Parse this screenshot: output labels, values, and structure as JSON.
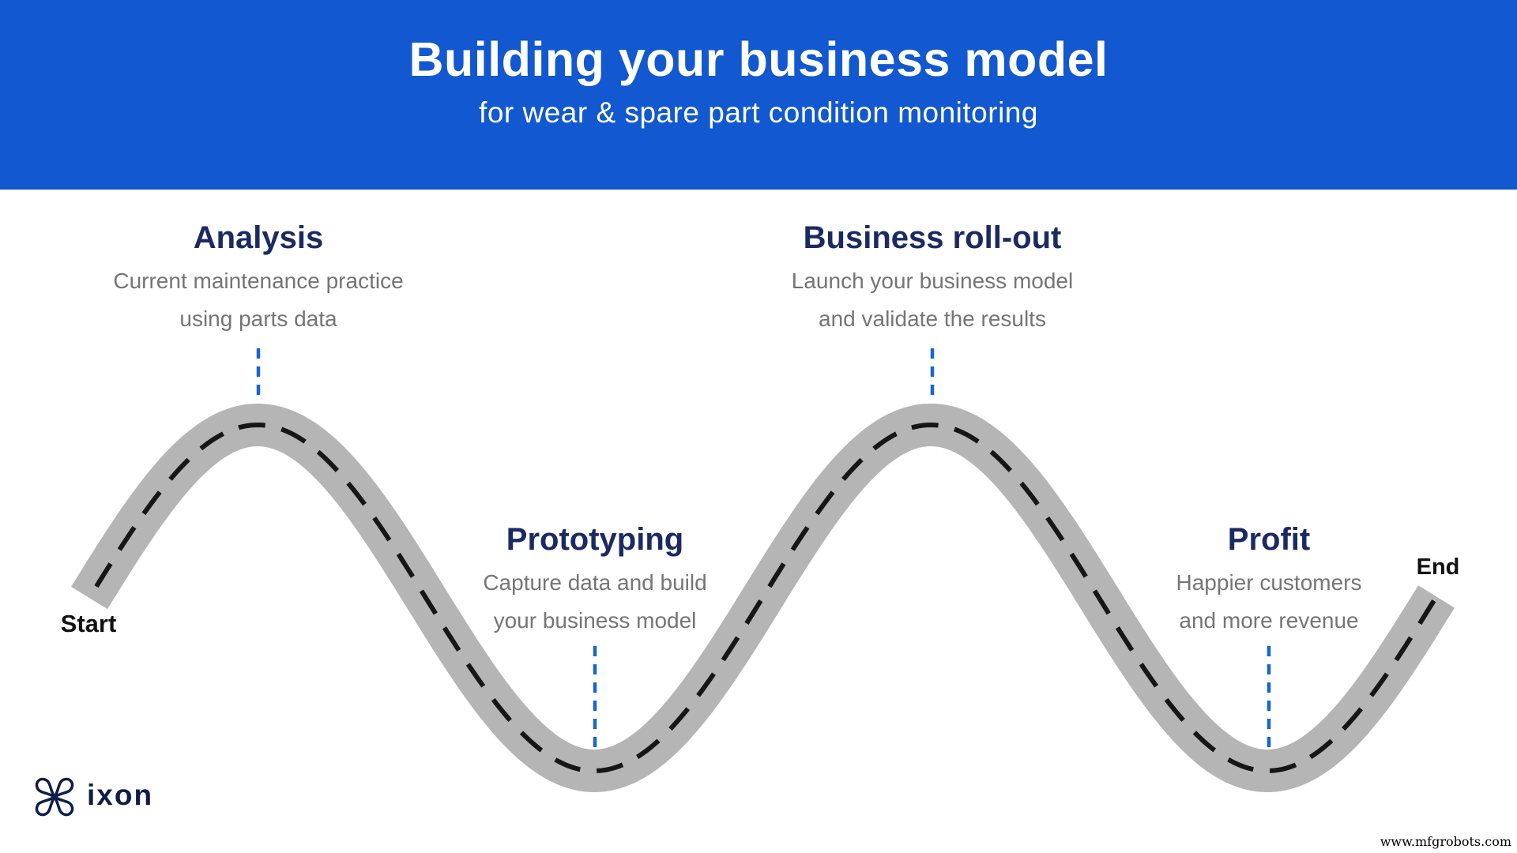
{
  "header": {
    "title": "Building your business model",
    "subtitle": "for wear & spare part condition monitoring"
  },
  "roadmap": {
    "start_label": "Start",
    "end_label": "End",
    "stages": [
      {
        "title": "Analysis",
        "description_lines": [
          "Current maintenance practice",
          "using parts data"
        ]
      },
      {
        "title": "Prototyping",
        "description_lines": [
          "Capture data and build",
          "your business model"
        ]
      },
      {
        "title": "Business roll-out",
        "description_lines": [
          "Launch your business model",
          "and validate the results"
        ]
      },
      {
        "title": "Profit",
        "description_lines": [
          "Happier customers",
          "and more revenue"
        ]
      }
    ]
  },
  "footer": {
    "logo_text": "ixon",
    "watermark": "www.mfgrobots.com"
  },
  "palette": {
    "header_blue": "#1158d1",
    "stage_title_navy": "#1b2a63",
    "description_gray": "#757575",
    "road_gray": "#b5b5b5",
    "road_dash_black": "#161616",
    "connector_blue": "#1866d3",
    "logo_navy": "#0e1d49",
    "header_text_white": "#ffffff"
  }
}
